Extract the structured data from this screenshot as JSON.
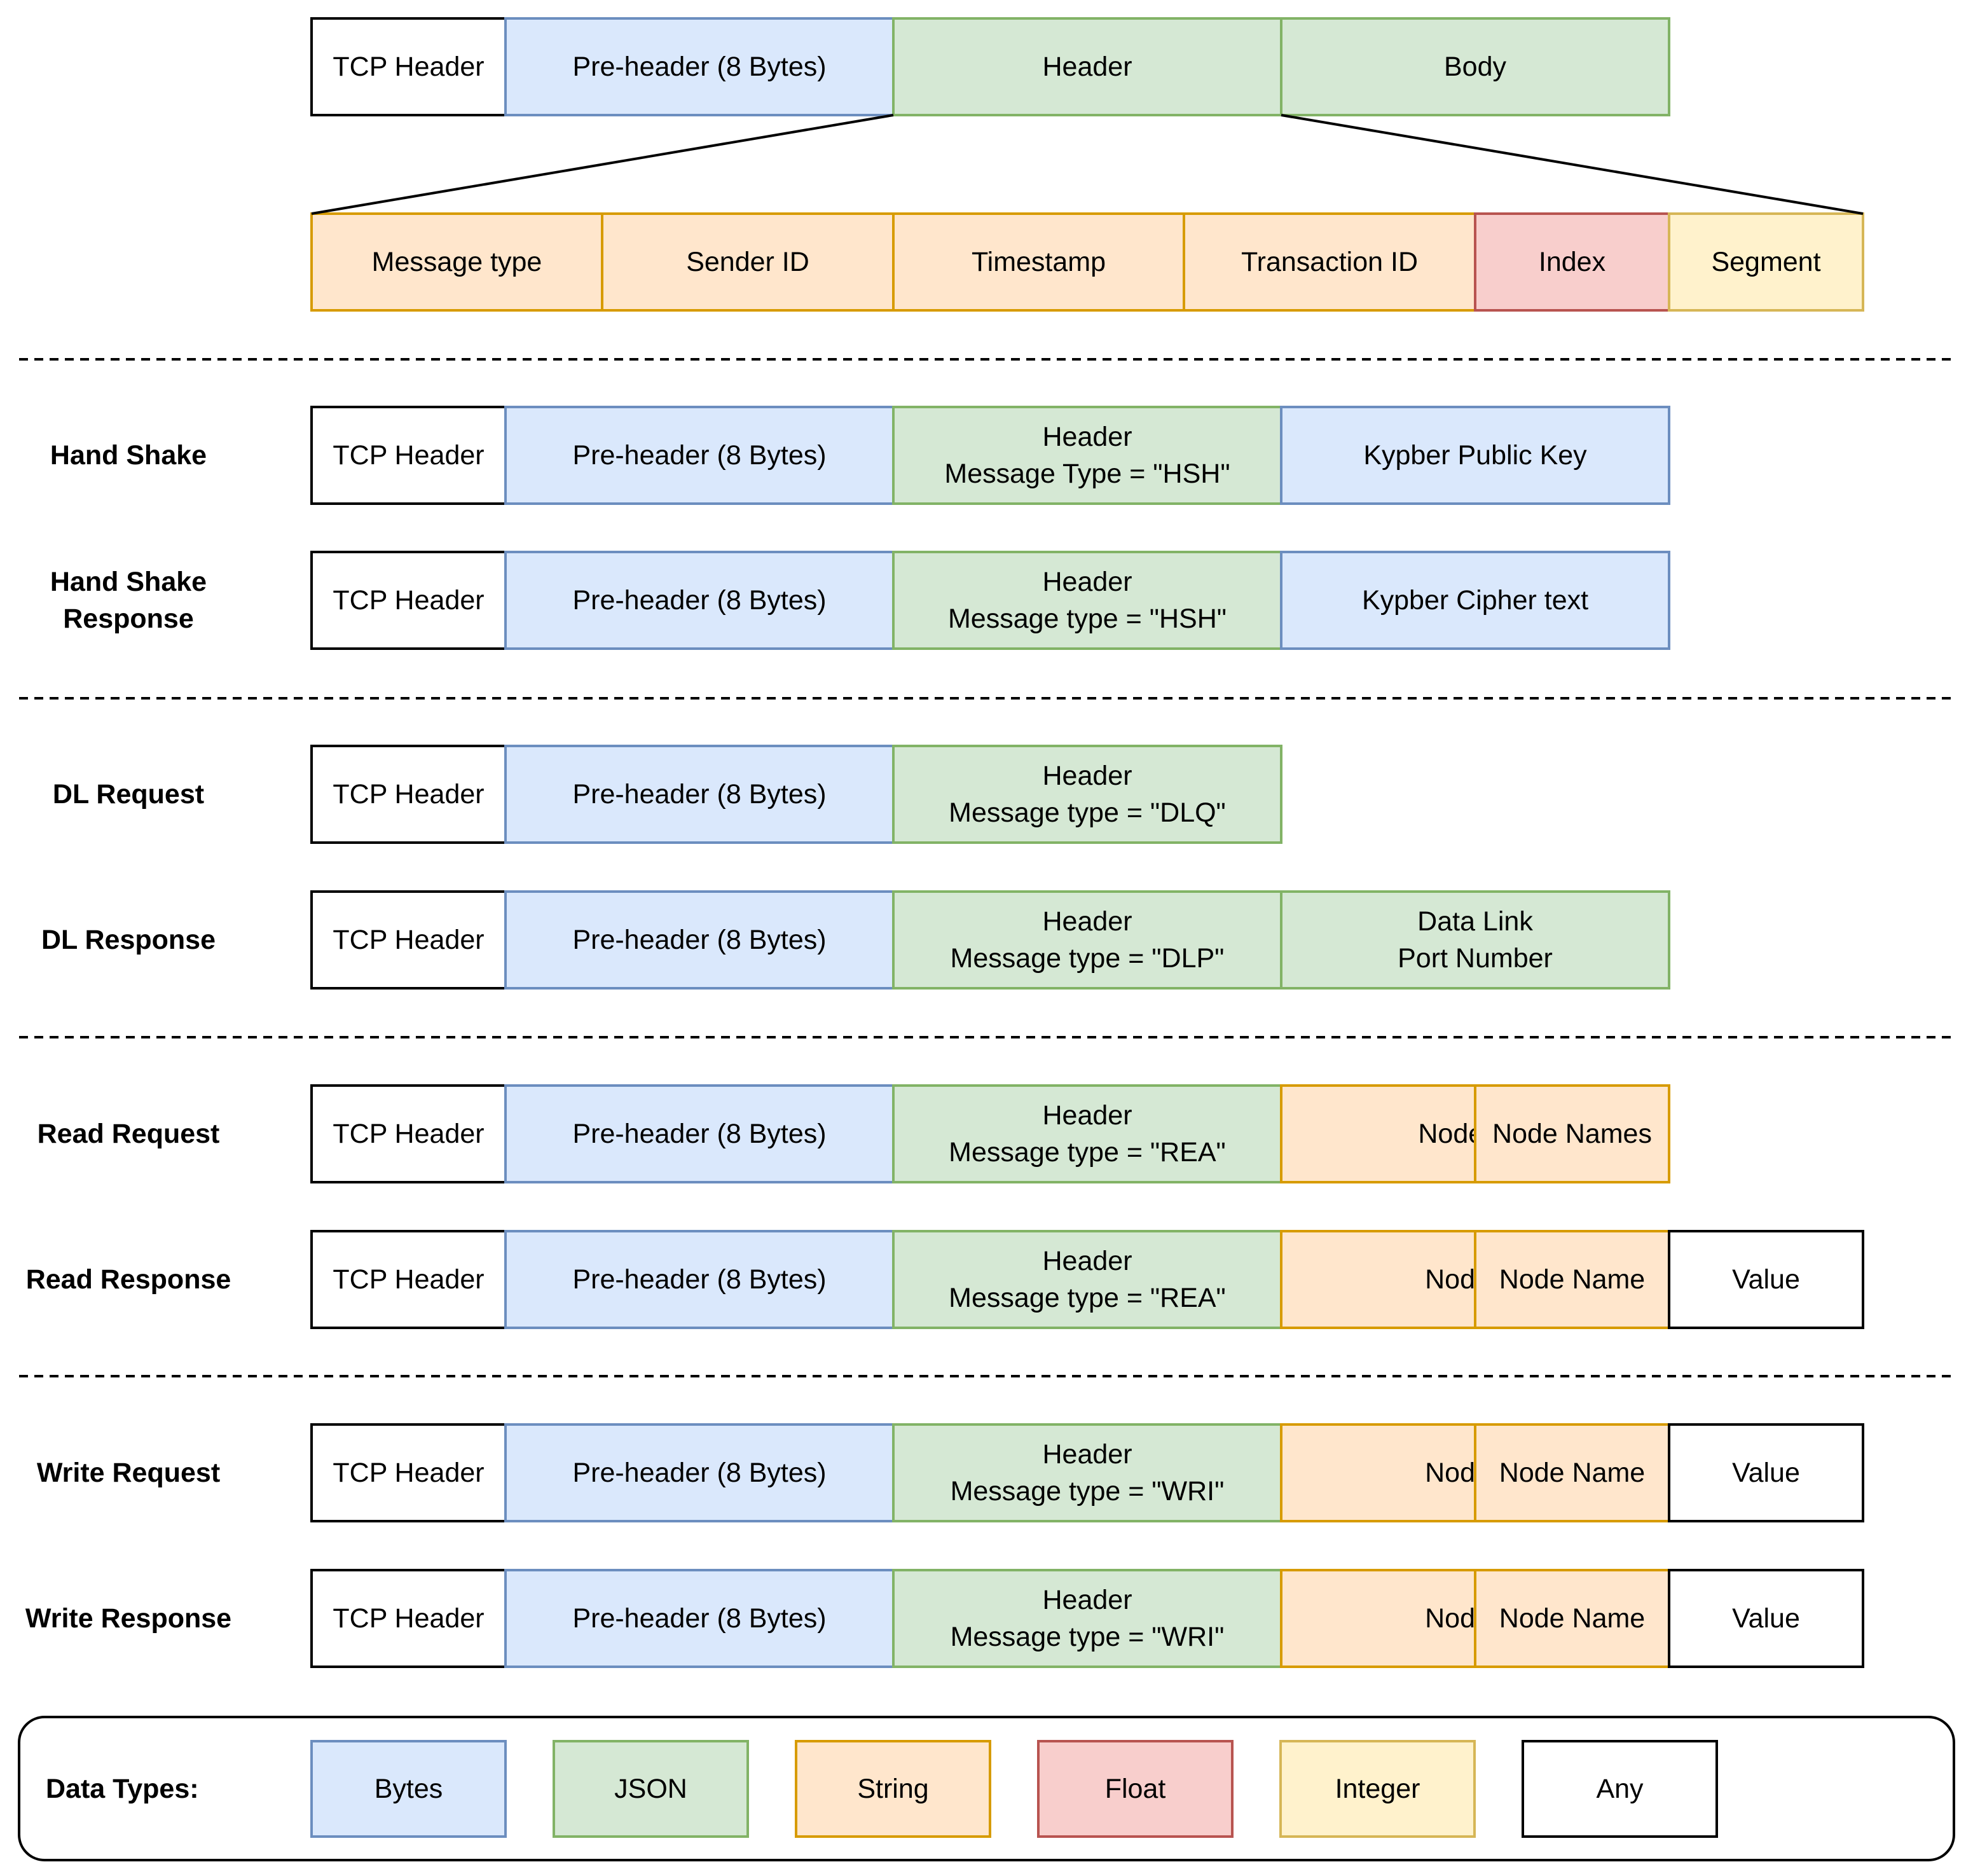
{
  "colors": {
    "Bytes": {
      "fill": "#dae8fc",
      "stroke": "#6c8ebf"
    },
    "JSON": {
      "fill": "#d5e8d4",
      "stroke": "#82b366"
    },
    "String": {
      "fill": "#ffe6cc",
      "stroke": "#d79b00"
    },
    "Float": {
      "fill": "#f8cecc",
      "stroke": "#b85450"
    },
    "Integer": {
      "fill": "#fff2cc",
      "stroke": "#d6b656"
    },
    "Any": {
      "fill": "#ffffff",
      "stroke": "#000000"
    }
  },
  "overview": {
    "packet": [
      {
        "text": [
          "TCP Header"
        ],
        "type": "Any"
      },
      {
        "text": [
          "Pre-header (8 Bytes)"
        ],
        "type": "Bytes"
      },
      {
        "text": [
          "Header"
        ],
        "type": "JSON"
      },
      {
        "text": [
          "Body"
        ],
        "type": "JSON"
      }
    ],
    "header_fields": [
      {
        "text": [
          "Message type"
        ],
        "type": "String"
      },
      {
        "text": [
          "Sender ID"
        ],
        "type": "String"
      },
      {
        "text": [
          "Timestamp"
        ],
        "type": "String"
      },
      {
        "text": [
          "Transaction ID"
        ],
        "type": "String"
      },
      {
        "text": [
          "Index"
        ],
        "type": "Float"
      },
      {
        "text": [
          "Segment"
        ],
        "type": "Integer"
      }
    ]
  },
  "messages": [
    {
      "label": [
        "Hand Shake"
      ],
      "cells": [
        {
          "text": [
            "TCP Header"
          ],
          "type": "Any"
        },
        {
          "text": [
            "Pre-header (8 Bytes)"
          ],
          "type": "Bytes"
        },
        {
          "text": [
            "Header",
            "Message Type = \"HSH\""
          ],
          "type": "JSON"
        },
        {
          "text": [
            "Kypber Public Key"
          ],
          "type": "Bytes"
        }
      ]
    },
    {
      "label": [
        "Hand Shake",
        "Response"
      ],
      "cells": [
        {
          "text": [
            "TCP Header"
          ],
          "type": "Any"
        },
        {
          "text": [
            "Pre-header (8 Bytes)"
          ],
          "type": "Bytes"
        },
        {
          "text": [
            "Header",
            "Message type = \"HSH\""
          ],
          "type": "JSON"
        },
        {
          "text": [
            "Kypber Cipher text"
          ],
          "type": "Bytes"
        }
      ]
    },
    {
      "label": [
        "DL Request"
      ],
      "cells": [
        {
          "text": [
            "TCP Header"
          ],
          "type": "Any"
        },
        {
          "text": [
            "Pre-header (8 Bytes)"
          ],
          "type": "Bytes"
        },
        {
          "text": [
            "Header",
            "Message type = \"DLQ\""
          ],
          "type": "JSON"
        }
      ]
    },
    {
      "label": [
        "DL Response"
      ],
      "cells": [
        {
          "text": [
            "TCP Header"
          ],
          "type": "Any"
        },
        {
          "text": [
            "Pre-header (8 Bytes)"
          ],
          "type": "Bytes"
        },
        {
          "text": [
            "Header",
            "Message type = \"DLP\""
          ],
          "type": "JSON"
        },
        {
          "text": [
            "Data Link",
            "Port Number"
          ],
          "type": "JSON"
        }
      ]
    },
    {
      "label": [
        "Read Request"
      ],
      "cells": [
        {
          "text": [
            "TCP Header"
          ],
          "type": "Any"
        },
        {
          "text": [
            "Pre-header (8 Bytes)"
          ],
          "type": "Bytes"
        },
        {
          "text": [
            "Header",
            "Message type = \"REA\""
          ],
          "type": "JSON"
        },
        {
          "text": [
            "Node IDs"
          ],
          "type": "String"
        },
        {
          "text": [
            "Node Names"
          ],
          "type": "String"
        }
      ]
    },
    {
      "label": [
        "Read Response"
      ],
      "cells": [
        {
          "text": [
            "TCP Header"
          ],
          "type": "Any"
        },
        {
          "text": [
            "Pre-header (8 Bytes)"
          ],
          "type": "Bytes"
        },
        {
          "text": [
            "Header",
            "Message type = \"REA\""
          ],
          "type": "JSON"
        },
        {
          "text": [
            "Node ID"
          ],
          "type": "String"
        },
        {
          "text": [
            "Node Name"
          ],
          "type": "String"
        },
        {
          "text": [
            "Value"
          ],
          "type": "Any"
        }
      ]
    },
    {
      "label": [
        "Write Request"
      ],
      "cells": [
        {
          "text": [
            "TCP Header"
          ],
          "type": "Any"
        },
        {
          "text": [
            "Pre-header (8 Bytes)"
          ],
          "type": "Bytes"
        },
        {
          "text": [
            "Header",
            "Message type = \"WRI\""
          ],
          "type": "JSON"
        },
        {
          "text": [
            "Node ID"
          ],
          "type": "String"
        },
        {
          "text": [
            "Node Name"
          ],
          "type": "String"
        },
        {
          "text": [
            "Value"
          ],
          "type": "Any"
        }
      ]
    },
    {
      "label": [
        "Write Response"
      ],
      "cells": [
        {
          "text": [
            "TCP Header"
          ],
          "type": "Any"
        },
        {
          "text": [
            "Pre-header (8 Bytes)"
          ],
          "type": "Bytes"
        },
        {
          "text": [
            "Header",
            "Message type = \"WRI\""
          ],
          "type": "JSON"
        },
        {
          "text": [
            "Node ID"
          ],
          "type": "String"
        },
        {
          "text": [
            "Node Name"
          ],
          "type": "String"
        },
        {
          "text": [
            "Value"
          ],
          "type": "Any"
        }
      ]
    }
  ],
  "legend": {
    "title": "Data Types:",
    "items": [
      "Bytes",
      "JSON",
      "String",
      "Float",
      "Integer",
      "Any"
    ]
  }
}
